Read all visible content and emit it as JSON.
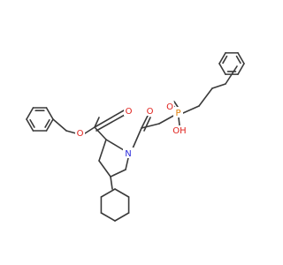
{
  "molecule": {
    "atoms": [
      {
        "id": "O_ester_carbonyl",
        "text": "O",
        "color": "#e0201b"
      },
      {
        "id": "O_ester",
        "text": "O",
        "color": "#e0201b"
      },
      {
        "id": "N_ring",
        "text": "N",
        "color": "#2b2bdc"
      },
      {
        "id": "O_amide",
        "text": "O",
        "color": "#e0201b"
      },
      {
        "id": "O_phosphoryl",
        "text": "O",
        "color": "#e0201b"
      },
      {
        "id": "P",
        "text": "P",
        "color": "#e07b00"
      },
      {
        "id": "OH",
        "text": "OH",
        "color": "#e0201b"
      }
    ]
  }
}
